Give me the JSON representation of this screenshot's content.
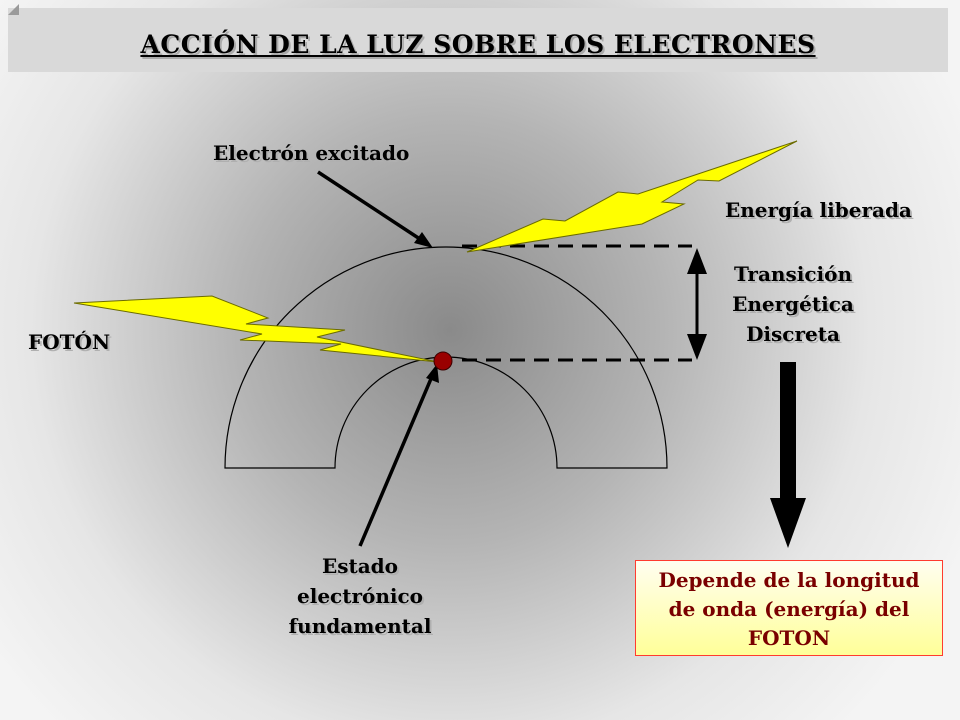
{
  "title": "ACCIÓN DE LA LUZ SOBRE LOS ELECTRONES",
  "labels": {
    "excited_electron": "Electrón excitado",
    "energy_released": "Energía liberada",
    "transition_line1": "Transición",
    "transition_line2": "Energética",
    "transition_line3": "Discreta",
    "photon": "FOTÓN",
    "ground_line1": "Estado",
    "ground_line2": "electrónico",
    "ground_line3": "fundamental"
  },
  "note": {
    "line1": "Depende de la longitud",
    "line2": "de onda (energía) del",
    "line3": "FOTON"
  },
  "colors": {
    "lightning": "#ffff00",
    "electron": "#990000",
    "note_text": "#7a0000",
    "note_border": "#ff3b2f"
  }
}
